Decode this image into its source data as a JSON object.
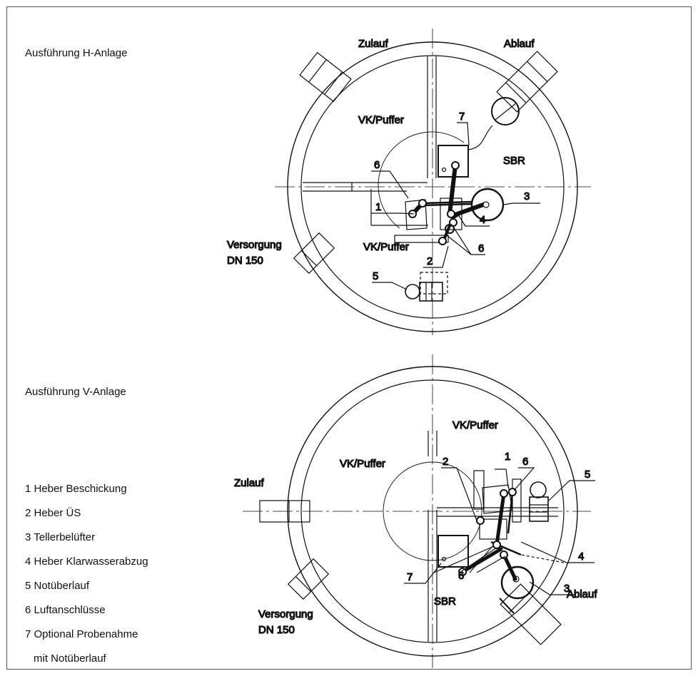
{
  "h_plant": {
    "title": "Ausführung H-Anlage",
    "labels": {
      "inlet": "Zulauf",
      "outlet": "Ablauf",
      "primary_tank": "VK/Puffer",
      "primary_tank_lower": "VK/Puffer",
      "sbr": "SBR",
      "supply_line1": "Versorgung",
      "supply_line2": "DN 150"
    },
    "callouts": [
      "1",
      "2",
      "3",
      "4",
      "5",
      "6",
      "6",
      "7"
    ]
  },
  "v_plant": {
    "title": "Ausführung V-Anlage",
    "labels": {
      "inlet": "Zulauf",
      "outlet": "Ablauf",
      "primary_tank_left": "VK/Puffer",
      "primary_tank_right": "VK/Puffer",
      "sbr": "SBR",
      "supply_line1": "Versorgung",
      "supply_line2": "DN 150"
    },
    "callouts": [
      "1",
      "2",
      "3",
      "4",
      "5",
      "6",
      "6",
      "7"
    ]
  },
  "legend": [
    "1 Heber Beschickung",
    "2 Heber ÜS",
    "3 Tellerbelüfter",
    "4 Heber Klarwasserabzug",
    "5 Notüberlauf",
    "6 Luftanschlüsse",
    "7 Optional Probenahme",
    "mit Notüberlauf"
  ]
}
